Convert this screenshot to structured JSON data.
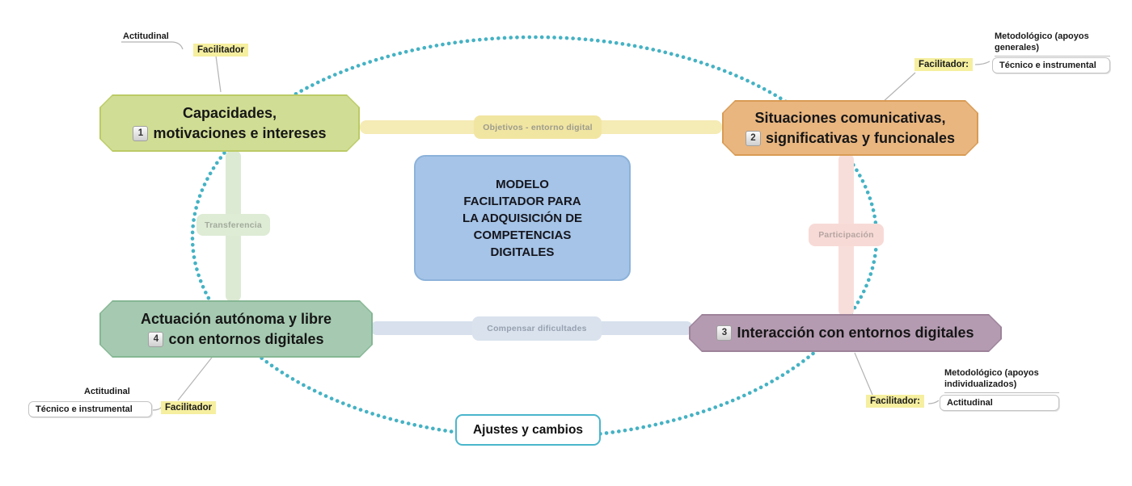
{
  "diagram": {
    "center": {
      "lines": [
        "MODELO",
        "FACILITADOR PARA",
        "LA ADQUISICIÓN DE",
        "COMPETENCIAS",
        "DIGITALES"
      ]
    },
    "nodes": [
      {
        "number": "1",
        "line1": "Capacidades,",
        "line2": "motivaciones e intereses"
      },
      {
        "number": "2",
        "line1": "Situaciones comunicativas,",
        "line2": "significativas y funcionales"
      },
      {
        "number": "3",
        "line1": "Interacción con entornos digitales"
      },
      {
        "number": "4",
        "line1": "Actuación autónoma y libre",
        "line2": "con entornos digitales"
      }
    ],
    "links": {
      "top": "Objetivos - entorno digital",
      "left": "Transferencia",
      "right": "Participación",
      "bottom": "Compensar dificultades"
    },
    "callouts": {
      "top_left": {
        "note": "Actitudinal",
        "facilitator": "Facilitador"
      },
      "top_right": {
        "facilitator": "Facilitador:",
        "methodology": "Metodológico (apoyos generales)",
        "boxed": "Técnico e instrumental"
      },
      "bottom_left": {
        "note": "Actitudinal",
        "boxed": "Técnico e instrumental",
        "facilitator": "Facilitador"
      },
      "bottom_right": {
        "facilitator": "Facilitador:",
        "methodology": "Metodológico (apoyos individualizados)",
        "boxed": "Actitudinal"
      }
    },
    "footer": "Ajustes y cambios"
  },
  "colors": {
    "node1_fill": "#d0dd94",
    "node1_border": "#bccb66",
    "node2_fill": "#e9b680",
    "node2_border": "#d99b54",
    "node3_fill": "#b49bb1",
    "node3_border": "#9d8299",
    "node4_fill": "#a5cab1",
    "node4_border": "#86b794",
    "center_fill": "#a5c4e7",
    "center_border": "#8cb2da",
    "boundary_dots": "#45b2c4",
    "highlight": "#f5ef9f",
    "link_top": "#f5ebb4",
    "link_top_pill": "#f1e5a2",
    "link_left": "#dcead3",
    "link_left_pill": "#deebd5",
    "link_right": "#f8deda",
    "link_right_pill": "#f7dad6",
    "link_bottom": "#d7e0ec",
    "link_bottom_pill": "#d9e2ed",
    "footer_border": "#4ab6cc"
  }
}
